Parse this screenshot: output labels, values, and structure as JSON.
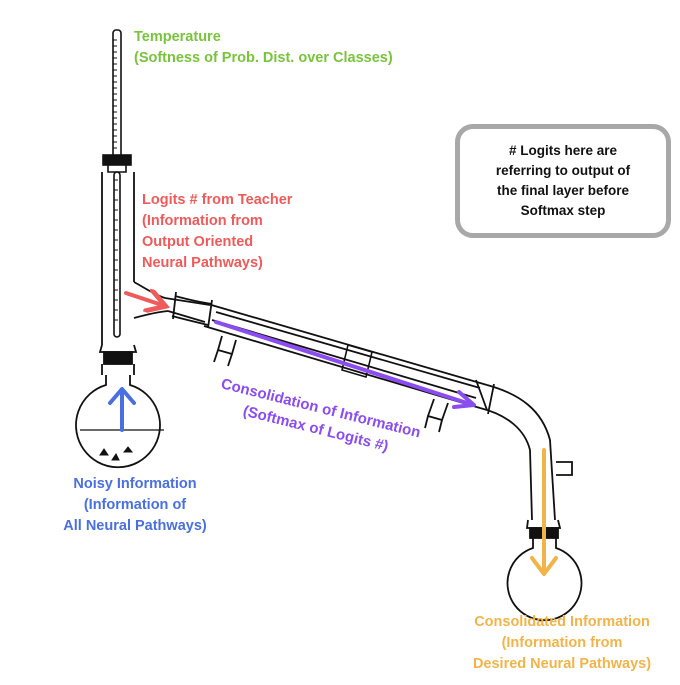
{
  "colors": {
    "temperature": "#78c43b",
    "teacher": "#ef5a5a",
    "noisy": "#4a6fe0",
    "consolidation": "#8b4cf0",
    "consolidated": "#f2b449",
    "note_border": "#a8a8a8"
  },
  "labels": {
    "temperature": {
      "line1": "Temperature",
      "line2": "(Softness of Prob. Dist. over Classes)"
    },
    "teacher": {
      "line1": "Logits # from Teacher",
      "line2": "(Information from",
      "line3": "Output Oriented",
      "line4": "Neural Pathways)"
    },
    "consolidation": {
      "line1": "Consolidation of Information",
      "line2": "(Softmax of Logits #)"
    },
    "noisy": {
      "line1": "Noisy Information",
      "line2": "(Information of",
      "line3": "All Neural Pathways)"
    },
    "consolidated": {
      "line1": "Consolidated Information",
      "line2": "(Information from",
      "line3": "Desired Neural Pathways)"
    }
  },
  "note": {
    "line1": "# Logits here are",
    "line2": "referring to output of",
    "line3": "the final layer before",
    "line4": "Softmax step"
  }
}
